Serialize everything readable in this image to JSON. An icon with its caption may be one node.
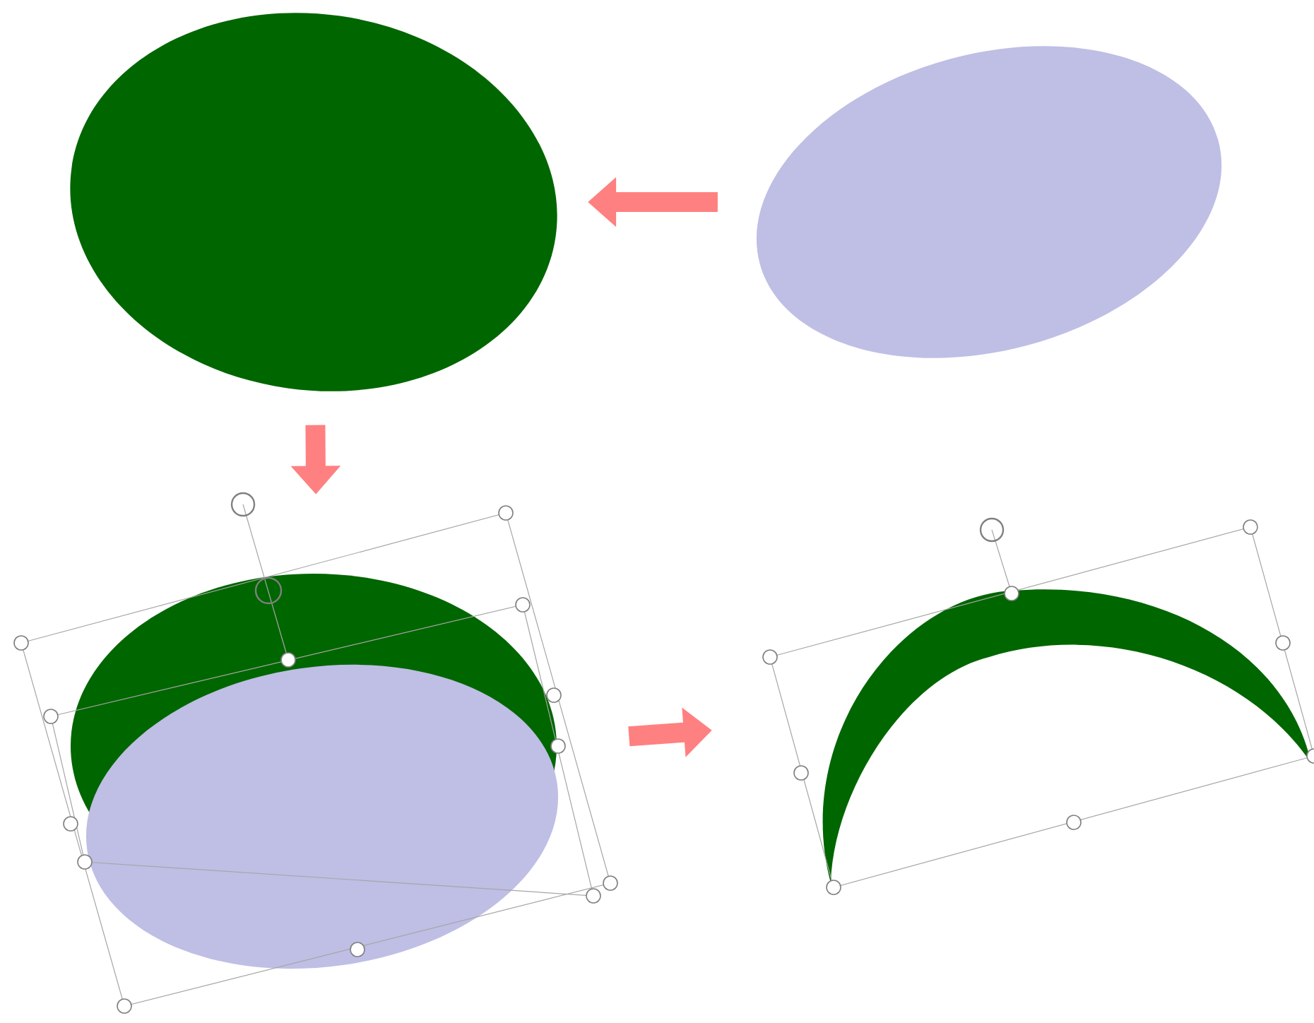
{
  "diagram": {
    "nodes": [
      {
        "text": [],
        "shape": "ellipse"
      },
      {
        "text": [],
        "shape": "ellipse"
      },
      {
        "text": [],
        "shape": "picture"
      },
      {
        "text": [],
        "shape": "crescent"
      }
    ],
    "edges": [
      {
        "from": 1,
        "to": 0,
        "arrow": "to"
      },
      {
        "from": 0,
        "to": 2,
        "arrow": "to"
      },
      {
        "from": 2,
        "to": 3,
        "arrow": "to"
      }
    ]
  }
}
